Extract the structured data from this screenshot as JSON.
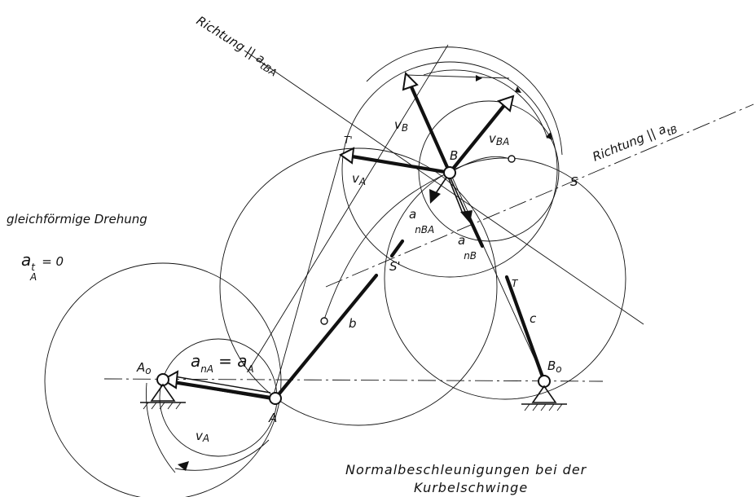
{
  "labels": {
    "richtung_ba": "Richtung || a",
    "richtung_ba_sub": "tBA",
    "richtung_b": "Richtung || a",
    "richtung_b_sub": "tB",
    "vB": "v",
    "vB_sub": "B",
    "vBA": "v",
    "vBA_sub": "BA",
    "vA": "v",
    "vA_sub": "A",
    "B": "B",
    "S": "S",
    "S_prime": "S'",
    "T": "T",
    "T_prime": "T'",
    "anBA": "a",
    "anBA_sub": "nBA",
    "anB": "a",
    "anB_sub": "nB",
    "gleich": "gleichförmige Drehung",
    "atA": "a",
    "atA_sub1": "t",
    "atA_sub2": "A",
    "atA_eq": "= 0",
    "anA": "a",
    "anA_sub": "nA",
    "anA_eq": "= a",
    "anA_eq_sub": "A",
    "A0": "A",
    "A0_sub": "o",
    "A": "A",
    "b": "b",
    "c": "c",
    "B0": "B",
    "B0_sub": "o",
    "vA_lower": "v",
    "vA_lower_sub": "A",
    "caption_line1": "Normalbeschleunigungen bei der",
    "caption_line2": "Kurbelschwinge"
  }
}
